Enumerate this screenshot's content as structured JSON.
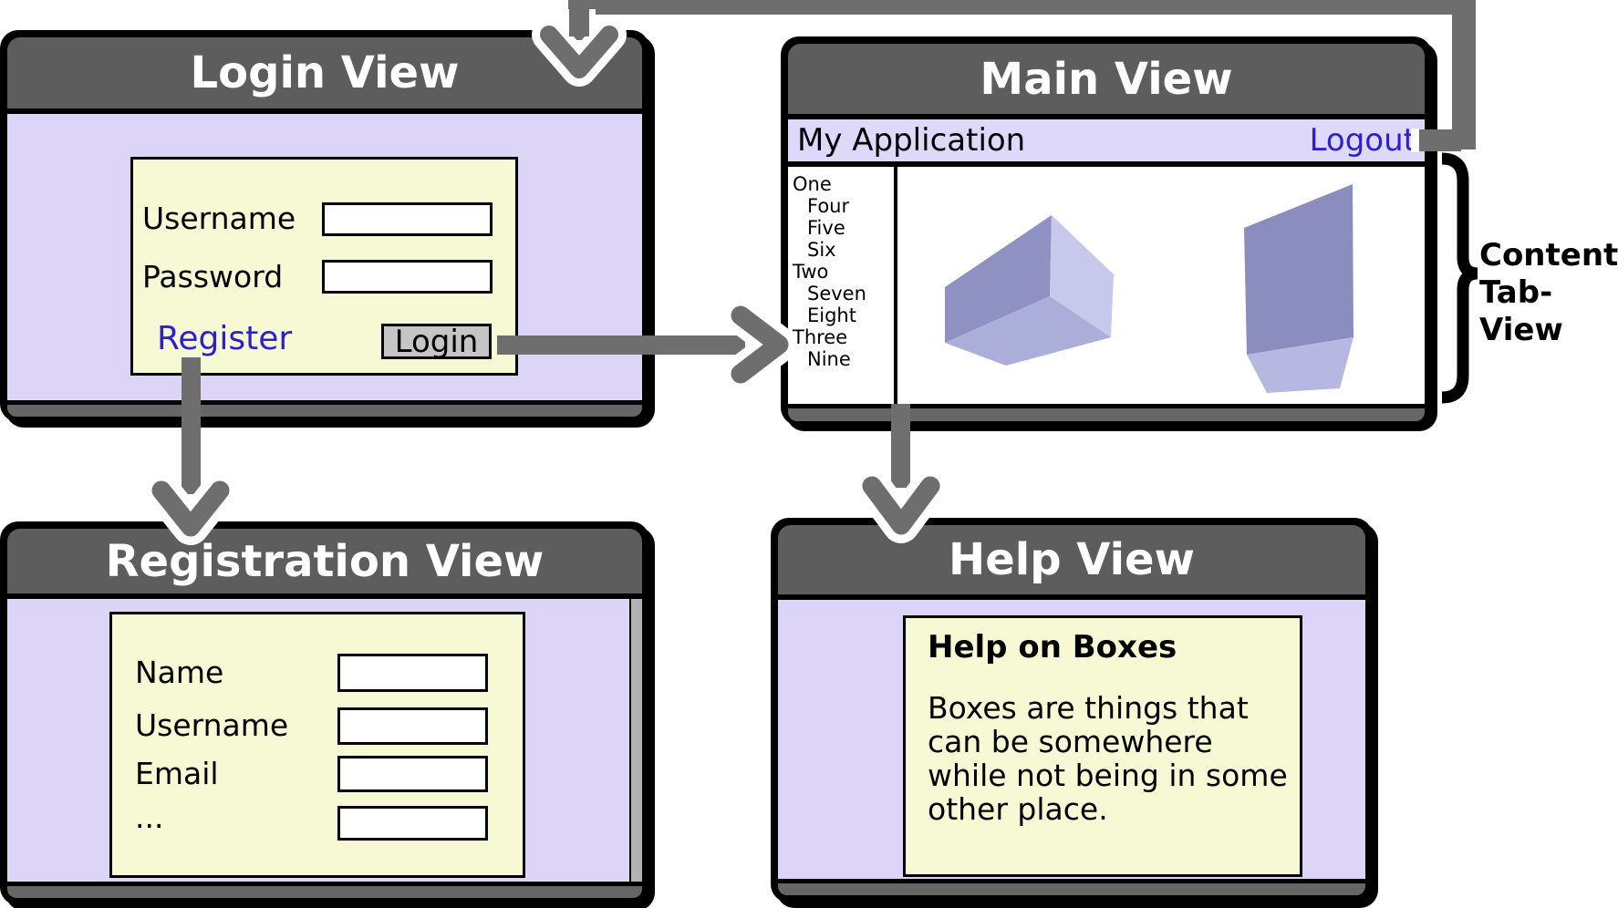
{
  "windows": {
    "login": {
      "title": "Login View",
      "form": {
        "fields": [
          {
            "label": "Username",
            "value": ""
          },
          {
            "label": "Password",
            "value": ""
          }
        ],
        "register_link": "Register",
        "login_button": "Login"
      }
    },
    "main": {
      "title": "Main View",
      "toolbar": {
        "app_name": "My Application",
        "logout_link": "Logout"
      },
      "sidebar": {
        "items": [
          {
            "label": "One",
            "indent": 0
          },
          {
            "label": "Four",
            "indent": 1
          },
          {
            "label": "Five",
            "indent": 1
          },
          {
            "label": "Six",
            "indent": 1
          },
          {
            "label": "Two",
            "indent": 0
          },
          {
            "label": "Seven",
            "indent": 1
          },
          {
            "label": "Eight",
            "indent": 1
          },
          {
            "label": "Three",
            "indent": 0
          },
          {
            "label": "Nine",
            "indent": 1
          }
        ]
      }
    },
    "registration": {
      "title": "Registration View",
      "form": {
        "fields": [
          {
            "label": "Name",
            "value": ""
          },
          {
            "label": "Username",
            "value": ""
          },
          {
            "label": "Email",
            "value": ""
          },
          {
            "label": "...",
            "value": ""
          }
        ]
      }
    },
    "help": {
      "title": "Help View",
      "panel": {
        "heading": "Help on Boxes",
        "body": "Boxes are things that\ncan be somewhere\nwhile not being in some\nother place."
      }
    }
  },
  "annotation": {
    "line1": "Content",
    "line2": "Tab-View"
  },
  "colors": {
    "titlebar_gray": "#5d5d5d",
    "body_lavender": "#dcd5f8",
    "toolbar_lavender": "#ded8fb",
    "panel_yellow": "#f6f9d4",
    "link_blue": "#2b22cc",
    "button_gray": "#c5c5c5",
    "arrow_gray": "#6e6e6e",
    "box1_dark": "#8f91c3",
    "box1_light": "#c7c8ec",
    "box1_mid": "#acaeda",
    "box2_main": "#8b8dbf",
    "box2_bottom": "#b7b8e2"
  }
}
